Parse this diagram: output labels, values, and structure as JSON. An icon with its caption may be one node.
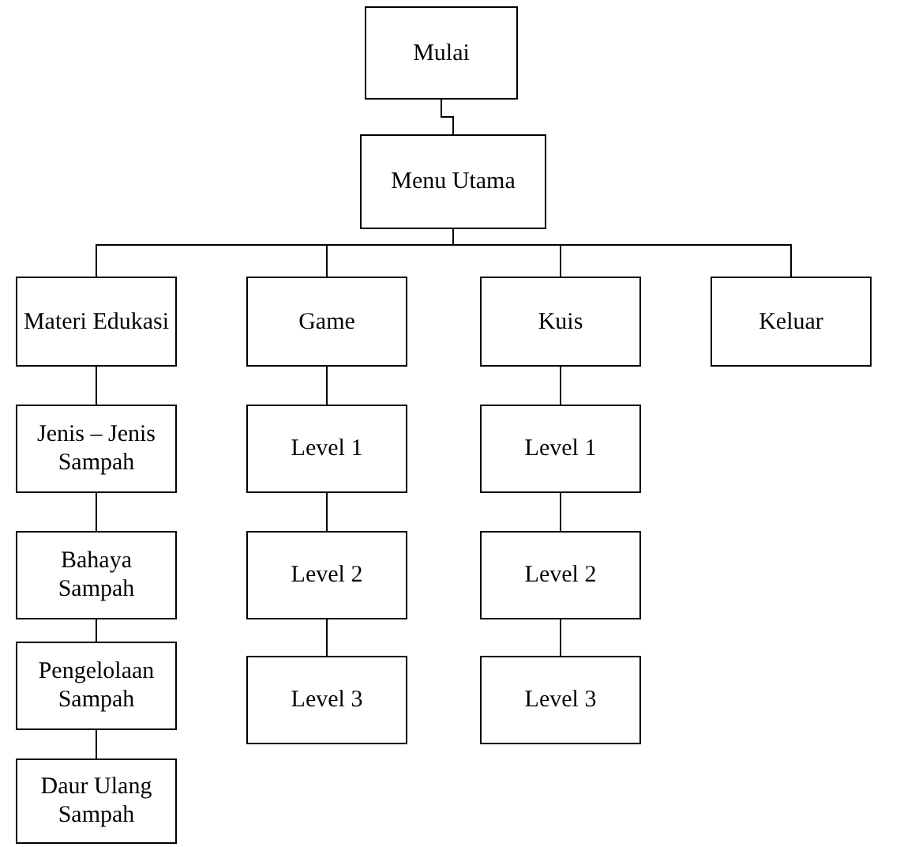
{
  "diagram": {
    "nodes": [
      {
        "text": [
          "Mulai"
        ]
      },
      {
        "text": [
          "Menu Utama"
        ]
      },
      {
        "text": [
          "Materi Edukasi"
        ]
      },
      {
        "text": [
          "Game"
        ]
      },
      {
        "text": [
          "Kuis"
        ]
      },
      {
        "text": [
          "Keluar"
        ]
      },
      {
        "text": [
          "Jenis – Jenis Sampah"
        ]
      },
      {
        "text": [
          "Bahaya Sampah"
        ]
      },
      {
        "text": [
          "Pengelolaan Sampah"
        ]
      },
      {
        "text": [
          "Daur Ulang Sampah"
        ]
      },
      {
        "text": [
          "Level 1"
        ]
      },
      {
        "text": [
          "Level 2"
        ]
      },
      {
        "text": [
          "Level 3"
        ]
      },
      {
        "text": [
          "Level 1"
        ]
      },
      {
        "text": [
          "Level 2"
        ]
      },
      {
        "text": [
          "Level 3"
        ]
      }
    ],
    "edges": [
      {
        "from": 0,
        "to": 1,
        "arrow": "none"
      },
      {
        "from": 1,
        "to": 2,
        "arrow": "none"
      },
      {
        "from": 1,
        "to": 3,
        "arrow": "none"
      },
      {
        "from": 1,
        "to": 4,
        "arrow": "none"
      },
      {
        "from": 1,
        "to": 5,
        "arrow": "none"
      },
      {
        "from": 2,
        "to": 6,
        "arrow": "none"
      },
      {
        "from": 6,
        "to": 7,
        "arrow": "none"
      },
      {
        "from": 7,
        "to": 8,
        "arrow": "none"
      },
      {
        "from": 8,
        "to": 9,
        "arrow": "none"
      },
      {
        "from": 3,
        "to": 10,
        "arrow": "none"
      },
      {
        "from": 10,
        "to": 11,
        "arrow": "none"
      },
      {
        "from": 11,
        "to": 12,
        "arrow": "none"
      },
      {
        "from": 4,
        "to": 13,
        "arrow": "none"
      },
      {
        "from": 13,
        "to": 14,
        "arrow": "none"
      },
      {
        "from": 14,
        "to": 15,
        "arrow": "none"
      }
    ]
  }
}
